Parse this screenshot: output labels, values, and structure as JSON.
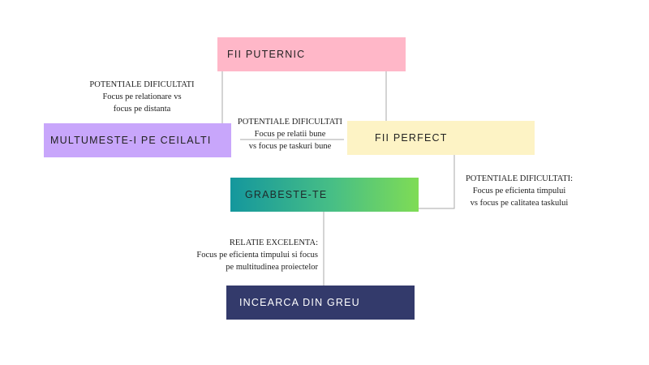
{
  "boxes": {
    "strong": "FII PUTERNIC",
    "please": "MULTUMESTE-I PE CEILALTI",
    "perfect": "FII PERFECT",
    "hurry": "GRABESTE-TE",
    "try_hard": "INCEARCA DIN GREU"
  },
  "notes": {
    "strong_please": {
      "title": "POTENTIALE DIFICULTATI",
      "lines": [
        "Focus pe relationare vs",
        "focus pe distanta"
      ]
    },
    "please_perfect": {
      "title": "POTENTIALE DIFICULTATI",
      "lines": [
        "Focus pe relatii bune",
        "vs focus pe taskuri bune"
      ]
    },
    "perfect_hurry": {
      "title": "POTENTIALE DIFICULTATI:",
      "lines": [
        "Focus pe eficienta timpului",
        "vs focus pe calitatea taskului"
      ]
    },
    "hurry_try": {
      "title": "RELATIE EXCELENTA:",
      "lines": [
        "Focus pe eficienta timpului si focus",
        "pe multitudinea proiectelor"
      ]
    }
  },
  "colors": {
    "strong": "#ffb7c8",
    "please": "#c8a6fb",
    "perfect": "#fdf3c5",
    "hurry_start": "#14979d",
    "hurry_end": "#7fdc55",
    "try_hard": "#333a6b",
    "connector": "#a9a9a9"
  }
}
